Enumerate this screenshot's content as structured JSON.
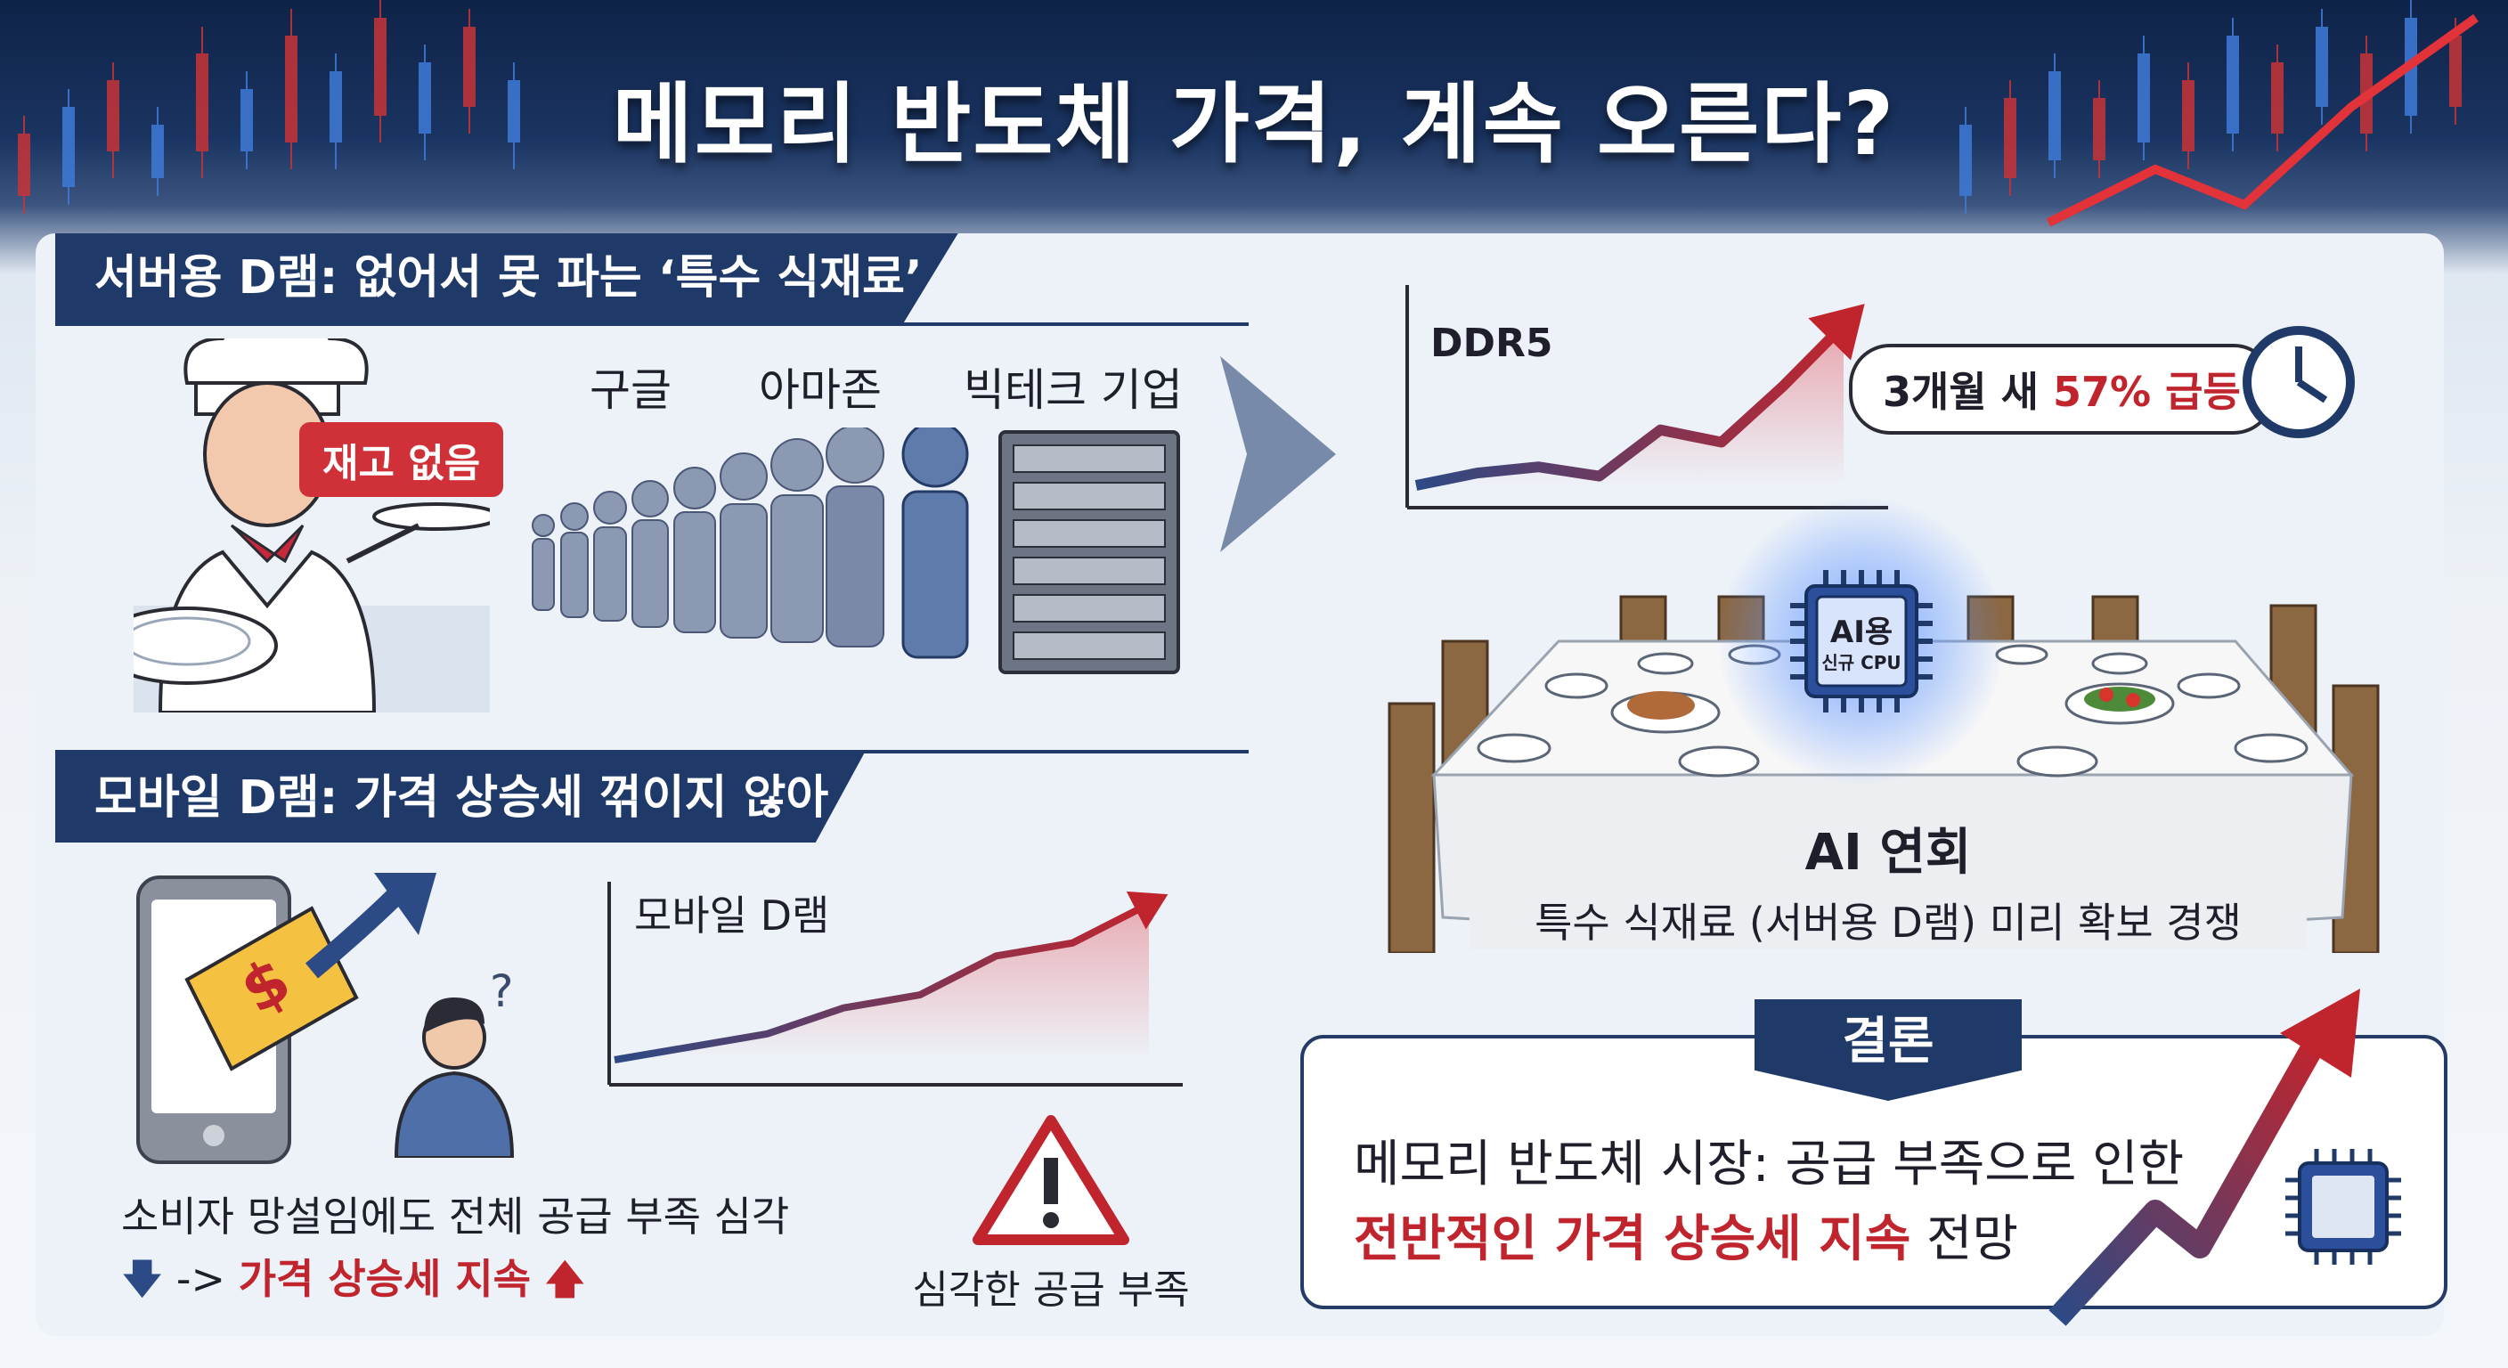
{
  "title": "메모리 반도체 가격, 계속 오른다?",
  "server": {
    "banner": "서버용 D램: 없어서 못 파는 ‘특수 식재료’",
    "no_stock": "재고 없음",
    "buyers": [
      "구글",
      "아마존",
      "빅테크 기업"
    ]
  },
  "ddr5": {
    "axis_label": "DDR5",
    "callout_prefix": "3개월 새 ",
    "callout_highlight": "57% 급등",
    "cpu_line1": "AI용",
    "cpu_line2": "신규 CPU",
    "feast_title": "AI 연회",
    "feast_caption": "특수 식재료 (서버용 D램) 미리 확보 경쟁"
  },
  "mobile": {
    "banner": "모바일 D램: 가격 상승세 꺾이지 않아",
    "axis_label": "모바일 D램",
    "caption": "소비자 망설임에도 전체 공급 부족 심각",
    "trend_arrow": "->",
    "trend_text": "가격 상승세 지속",
    "warning": "심각한 공급 부족"
  },
  "conclusion": {
    "label": "결론",
    "line1": "메모리 반도체 시장: 공급 부족으로 인한",
    "line2_highlight": "전반적인 가격 상승세 지속",
    "line2_rest": " 전망"
  },
  "chart_data": [
    {
      "type": "line",
      "ylabel": "DDR5",
      "values": [
        1,
        1.2,
        1.3,
        1.15,
        1.9,
        1.7,
        2.6,
        3.6
      ],
      "trend": "up"
    },
    {
      "type": "line",
      "ylabel": "모바일 D램",
      "values": [
        1,
        1.15,
        1.3,
        1.6,
        1.75,
        2.2,
        2.35,
        2.8
      ],
      "trend": "up"
    }
  ],
  "colors": {
    "navy": "#1f3a68",
    "red": "#c0252e",
    "bg": "#edf2f8"
  }
}
